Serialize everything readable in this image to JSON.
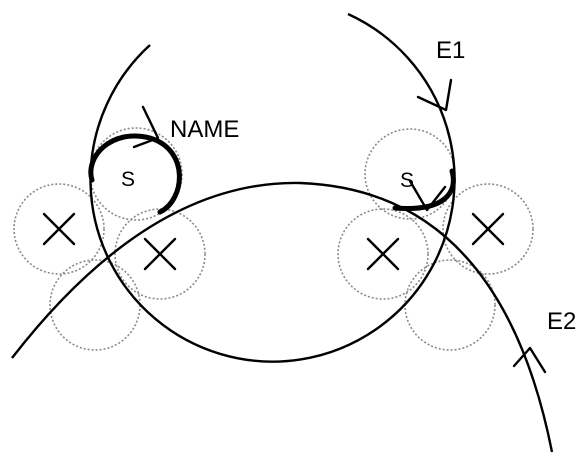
{
  "labels": {
    "e1": "E1",
    "e2": "E2",
    "name": "NAME",
    "s_left": "S",
    "s_right": "S"
  },
  "colors": {
    "curve": "#000000",
    "dotted_circle": "#8a8a8a",
    "background": "#ffffff"
  }
}
